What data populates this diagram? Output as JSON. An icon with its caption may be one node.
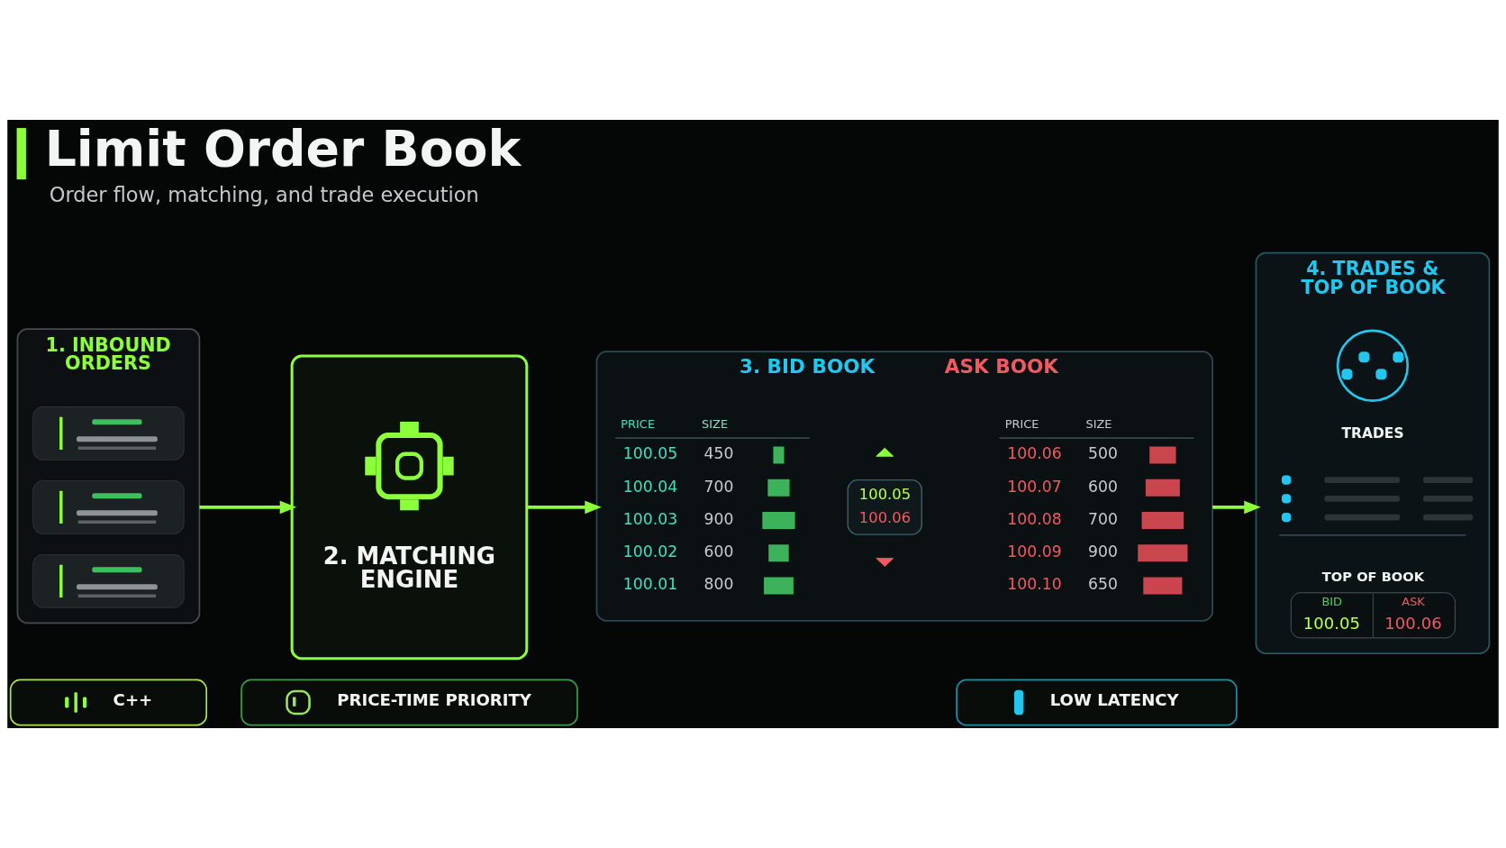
{
  "diagram": {
    "title": "Limit Order Book",
    "caption": "Order flow, matching, and trade execution",
    "nodes": [
      {
        "text": [
          "1. INBOUND ORDERS"
        ]
      },
      {
        "text": [],
        "shape": "box",
        "in": 0
      },
      {
        "text": [],
        "shape": "box",
        "in": 0
      },
      {
        "text": [],
        "shape": "box",
        "in": 0
      },
      {
        "text": [
          "2. MATCHING ENGINE"
        ]
      },
      {
        "text": [
          "3. BID BOOK",
          "ASK BOOK"
        ]
      },
      {
        "text": [
          "100.05",
          "100.06"
        ],
        "in": 5
      },
      {
        "text": [
          "4. TRADES & TOP OF BOOK"
        ]
      },
      {
        "text": [],
        "shape": "circle",
        "in": 7
      },
      {
        "text": [
          "TOP OF BOOK",
          "BID",
          "100.05",
          "ASK",
          "100.06"
        ],
        "in": 7
      },
      {
        "text": [
          "C++"
        ]
      },
      {
        "text": [
          "PRICE-TIME PRIORITY"
        ]
      },
      {
        "text": [
          "LOW LATENCY"
        ]
      }
    ],
    "edges": [
      {
        "from": 0,
        "to": 4,
        "arrow": "to"
      },
      {
        "from": 4,
        "to": 5,
        "arrow": "to"
      },
      {
        "from": 5,
        "to": 7,
        "arrow": "to"
      }
    ],
    "labels": [
      "PRICE",
      "SIZE",
      "100.05",
      "450",
      "100.04",
      "700",
      "100.03",
      "900",
      "100.02",
      "600",
      "100.01",
      "800",
      "PRICE",
      "SIZE",
      "100.06",
      "500",
      "100.07",
      "600",
      "100.08",
      "700",
      "100.09",
      "900",
      "100.10",
      "650",
      "TRADES"
    ]
  }
}
